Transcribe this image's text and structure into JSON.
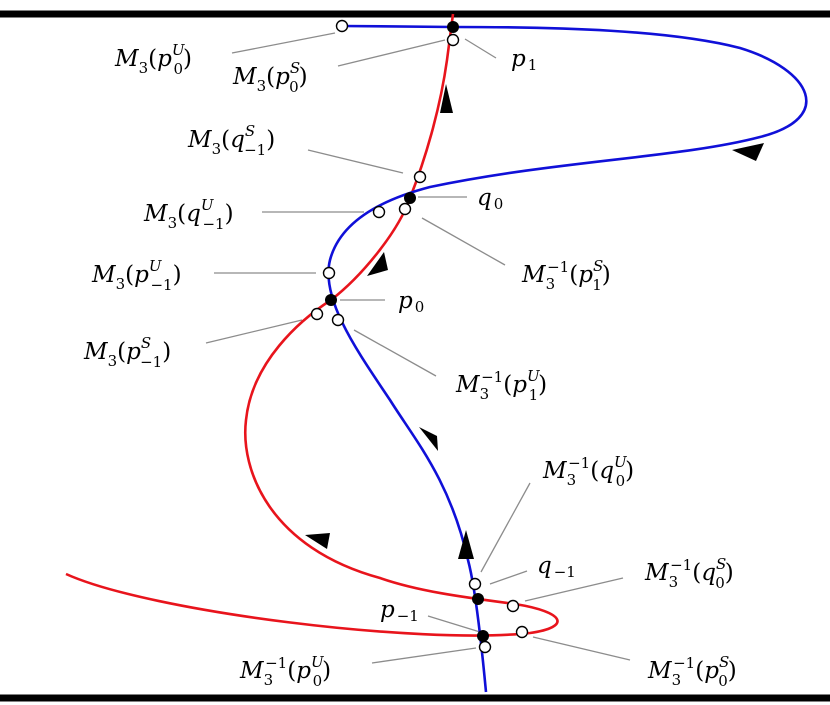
{
  "diagram": {
    "colors": {
      "background": "#ffffff",
      "boundary": "#000000",
      "stable_curve": "#e8141c",
      "unstable_curve": "#1010d8",
      "leader_line": "#8c8c8c",
      "point": "#000000"
    },
    "labels": {
      "m3_p0u": {
        "fn": "M",
        "idx": "3",
        "var": "p",
        "sub": "0",
        "sup": "U"
      },
      "m3_p0s": {
        "fn": "M",
        "idx": "3",
        "var": "p",
        "sub": "0",
        "sup": "S"
      },
      "p1": {
        "var": "p",
        "sub": "1"
      },
      "m3_qm1s": {
        "fn": "M",
        "idx": "3",
        "var": "q",
        "sub": "−1",
        "sup": "S"
      },
      "q0": {
        "var": "q",
        "sub": "0"
      },
      "m3_qm1u": {
        "fn": "M",
        "idx": "3",
        "var": "q",
        "sub": "−1",
        "sup": "U"
      },
      "minv_p1s": {
        "fn": "M",
        "idx": "3",
        "inv": "−1",
        "var": "p",
        "sub": "1",
        "sup": "S"
      },
      "m3_pm1u": {
        "fn": "M",
        "idx": "3",
        "var": "p",
        "sub": "−1",
        "sup": "U"
      },
      "p0": {
        "var": "p",
        "sub": "0"
      },
      "m3_pm1s": {
        "fn": "M",
        "idx": "3",
        "var": "p",
        "sub": "−1",
        "sup": "S"
      },
      "minv_p1u": {
        "fn": "M",
        "idx": "3",
        "inv": "−1",
        "var": "p",
        "sub": "1",
        "sup": "U"
      },
      "minv_q0u": {
        "fn": "M",
        "idx": "3",
        "inv": "−1",
        "var": "q",
        "sub": "0",
        "sup": "U"
      },
      "qm1": {
        "var": "q",
        "sub": "−1"
      },
      "minv_q0s": {
        "fn": "M",
        "idx": "3",
        "inv": "−1",
        "var": "q",
        "sub": "0",
        "sup": "S"
      },
      "pm1": {
        "var": "p",
        "sub": "−1"
      },
      "minv_p0u": {
        "fn": "M",
        "idx": "3",
        "inv": "−1",
        "var": "p",
        "sub": "0",
        "sup": "U"
      },
      "minv_p0s": {
        "fn": "M",
        "idx": "3",
        "inv": "−1",
        "var": "p",
        "sub": "0",
        "sup": "S"
      }
    }
  }
}
